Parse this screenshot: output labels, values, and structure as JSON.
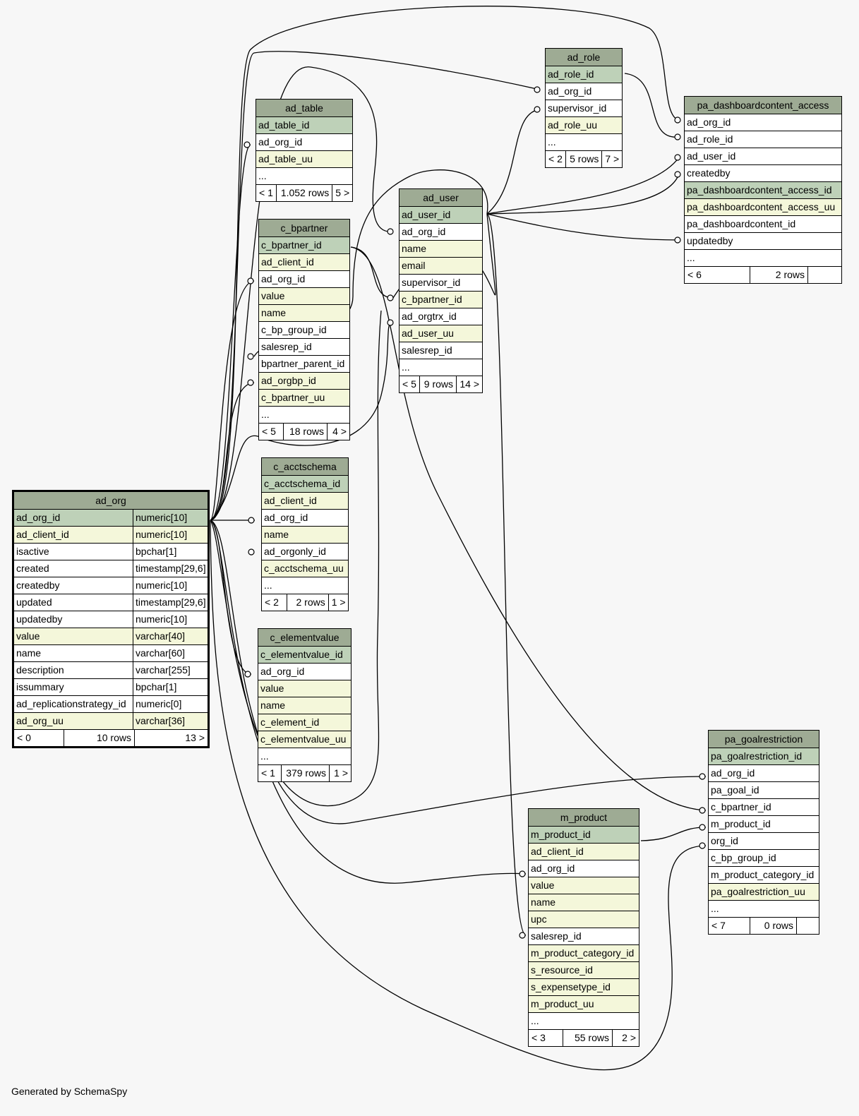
{
  "footer": "Generated by SchemaSpy",
  "tables": [
    {
      "id": "ad_org",
      "name": "ad_org",
      "main": true,
      "columns": [
        {
          "name": "ad_org_id",
          "type": "numeric[10]",
          "kind": "pk"
        },
        {
          "name": "ad_client_id",
          "type": "numeric[10]",
          "kind": "idx"
        },
        {
          "name": "isactive",
          "type": "bpchar[1]",
          "kind": "plain"
        },
        {
          "name": "created",
          "type": "timestamp[29,6]",
          "kind": "plain"
        },
        {
          "name": "createdby",
          "type": "numeric[10]",
          "kind": "plain"
        },
        {
          "name": "updated",
          "type": "timestamp[29,6]",
          "kind": "plain"
        },
        {
          "name": "updatedby",
          "type": "numeric[10]",
          "kind": "plain"
        },
        {
          "name": "value",
          "type": "varchar[40]",
          "kind": "idx"
        },
        {
          "name": "name",
          "type": "varchar[60]",
          "kind": "plain"
        },
        {
          "name": "description",
          "type": "varchar[255]",
          "kind": "plain"
        },
        {
          "name": "issummary",
          "type": "bpchar[1]",
          "kind": "plain"
        },
        {
          "name": "ad_replicationstrategy_id",
          "type": "numeric[0]",
          "kind": "plain"
        },
        {
          "name": "ad_org_uu",
          "type": "varchar[36]",
          "kind": "idx"
        }
      ],
      "footer": [
        "< 0",
        "10 rows",
        "13 >"
      ]
    },
    {
      "id": "ad_table",
      "name": "ad_table",
      "columns": [
        {
          "name": "ad_table_id",
          "kind": "pk"
        },
        {
          "name": "ad_org_id",
          "kind": "plain"
        },
        {
          "name": "ad_table_uu",
          "kind": "idx"
        },
        {
          "name": "...",
          "kind": "plain"
        }
      ],
      "footer": [
        "< 1",
        "1.052 rows",
        "5 >"
      ]
    },
    {
      "id": "c_bpartner",
      "name": "c_bpartner",
      "columns": [
        {
          "name": "c_bpartner_id",
          "kind": "pk"
        },
        {
          "name": "ad_client_id",
          "kind": "idx"
        },
        {
          "name": "ad_org_id",
          "kind": "plain"
        },
        {
          "name": "value",
          "kind": "idx"
        },
        {
          "name": "name",
          "kind": "idx"
        },
        {
          "name": "c_bp_group_id",
          "kind": "plain"
        },
        {
          "name": "salesrep_id",
          "kind": "plain"
        },
        {
          "name": "bpartner_parent_id",
          "kind": "plain"
        },
        {
          "name": "ad_orgbp_id",
          "kind": "idx"
        },
        {
          "name": "c_bpartner_uu",
          "kind": "idx"
        },
        {
          "name": "...",
          "kind": "plain"
        }
      ],
      "footer": [
        "< 5",
        "18 rows",
        "4 >"
      ]
    },
    {
      "id": "c_acctschema",
      "name": "c_acctschema",
      "columns": [
        {
          "name": "c_acctschema_id",
          "kind": "pk"
        },
        {
          "name": "ad_client_id",
          "kind": "idx"
        },
        {
          "name": "ad_org_id",
          "kind": "plain"
        },
        {
          "name": "name",
          "kind": "idx"
        },
        {
          "name": "ad_orgonly_id",
          "kind": "plain"
        },
        {
          "name": "c_acctschema_uu",
          "kind": "idx"
        },
        {
          "name": "...",
          "kind": "plain"
        }
      ],
      "footer": [
        "< 2",
        "2 rows",
        "1 >"
      ]
    },
    {
      "id": "c_elementvalue",
      "name": "c_elementvalue",
      "columns": [
        {
          "name": "c_elementvalue_id",
          "kind": "pk"
        },
        {
          "name": "ad_org_id",
          "kind": "plain"
        },
        {
          "name": "value",
          "kind": "idx"
        },
        {
          "name": "name",
          "kind": "idx"
        },
        {
          "name": "c_element_id",
          "kind": "idx"
        },
        {
          "name": "c_elementvalue_uu",
          "kind": "idx"
        },
        {
          "name": "...",
          "kind": "plain"
        }
      ],
      "footer": [
        "< 1",
        "379 rows",
        "1 >"
      ]
    },
    {
      "id": "ad_user",
      "name": "ad_user",
      "columns": [
        {
          "name": "ad_user_id",
          "kind": "pk"
        },
        {
          "name": "ad_org_id",
          "kind": "plain"
        },
        {
          "name": "name",
          "kind": "idx"
        },
        {
          "name": "email",
          "kind": "idx"
        },
        {
          "name": "supervisor_id",
          "kind": "plain"
        },
        {
          "name": "c_bpartner_id",
          "kind": "idx"
        },
        {
          "name": "ad_orgtrx_id",
          "kind": "plain"
        },
        {
          "name": "ad_user_uu",
          "kind": "idx"
        },
        {
          "name": "salesrep_id",
          "kind": "plain"
        },
        {
          "name": "...",
          "kind": "plain"
        }
      ],
      "footer": [
        "< 5",
        "9 rows",
        "14 >"
      ]
    },
    {
      "id": "ad_role",
      "name": "ad_role",
      "columns": [
        {
          "name": "ad_role_id",
          "kind": "pk"
        },
        {
          "name": "ad_org_id",
          "kind": "plain"
        },
        {
          "name": "supervisor_id",
          "kind": "plain"
        },
        {
          "name": "ad_role_uu",
          "kind": "idx"
        },
        {
          "name": "...",
          "kind": "plain"
        }
      ],
      "footer": [
        "< 2",
        "5 rows",
        "7 >"
      ]
    },
    {
      "id": "pa_dashboardcontent_access",
      "name": "pa_dashboardcontent_access",
      "columns": [
        {
          "name": "ad_org_id",
          "kind": "plain"
        },
        {
          "name": "ad_role_id",
          "kind": "plain"
        },
        {
          "name": "ad_user_id",
          "kind": "plain"
        },
        {
          "name": "createdby",
          "kind": "plain"
        },
        {
          "name": "pa_dashboardcontent_access_id",
          "kind": "pk"
        },
        {
          "name": "pa_dashboardcontent_access_uu",
          "kind": "idx"
        },
        {
          "name": "pa_dashboardcontent_id",
          "kind": "plain"
        },
        {
          "name": "updatedby",
          "kind": "plain"
        },
        {
          "name": "...",
          "kind": "plain"
        }
      ],
      "footer": [
        "< 6",
        "2 rows",
        ""
      ]
    },
    {
      "id": "pa_goalrestriction",
      "name": "pa_goalrestriction",
      "columns": [
        {
          "name": "pa_goalrestriction_id",
          "kind": "pk"
        },
        {
          "name": "ad_org_id",
          "kind": "plain"
        },
        {
          "name": "pa_goal_id",
          "kind": "plain"
        },
        {
          "name": "c_bpartner_id",
          "kind": "plain"
        },
        {
          "name": "m_product_id",
          "kind": "plain"
        },
        {
          "name": "org_id",
          "kind": "plain"
        },
        {
          "name": "c_bp_group_id",
          "kind": "plain"
        },
        {
          "name": "m_product_category_id",
          "kind": "plain"
        },
        {
          "name": "pa_goalrestriction_uu",
          "kind": "idx"
        },
        {
          "name": "...",
          "kind": "plain"
        }
      ],
      "footer": [
        "< 7",
        "0 rows",
        ""
      ]
    },
    {
      "id": "m_product",
      "name": "m_product",
      "columns": [
        {
          "name": "m_product_id",
          "kind": "pk"
        },
        {
          "name": "ad_client_id",
          "kind": "idx"
        },
        {
          "name": "ad_org_id",
          "kind": "plain"
        },
        {
          "name": "value",
          "kind": "idx"
        },
        {
          "name": "name",
          "kind": "idx"
        },
        {
          "name": "upc",
          "kind": "idx"
        },
        {
          "name": "salesrep_id",
          "kind": "plain"
        },
        {
          "name": "m_product_category_id",
          "kind": "idx"
        },
        {
          "name": "s_resource_id",
          "kind": "idx"
        },
        {
          "name": "s_expensetype_id",
          "kind": "idx"
        },
        {
          "name": "m_product_uu",
          "kind": "idx"
        },
        {
          "name": "...",
          "kind": "plain"
        }
      ],
      "footer": [
        "< 3",
        "55 rows",
        "2 >"
      ]
    }
  ]
}
